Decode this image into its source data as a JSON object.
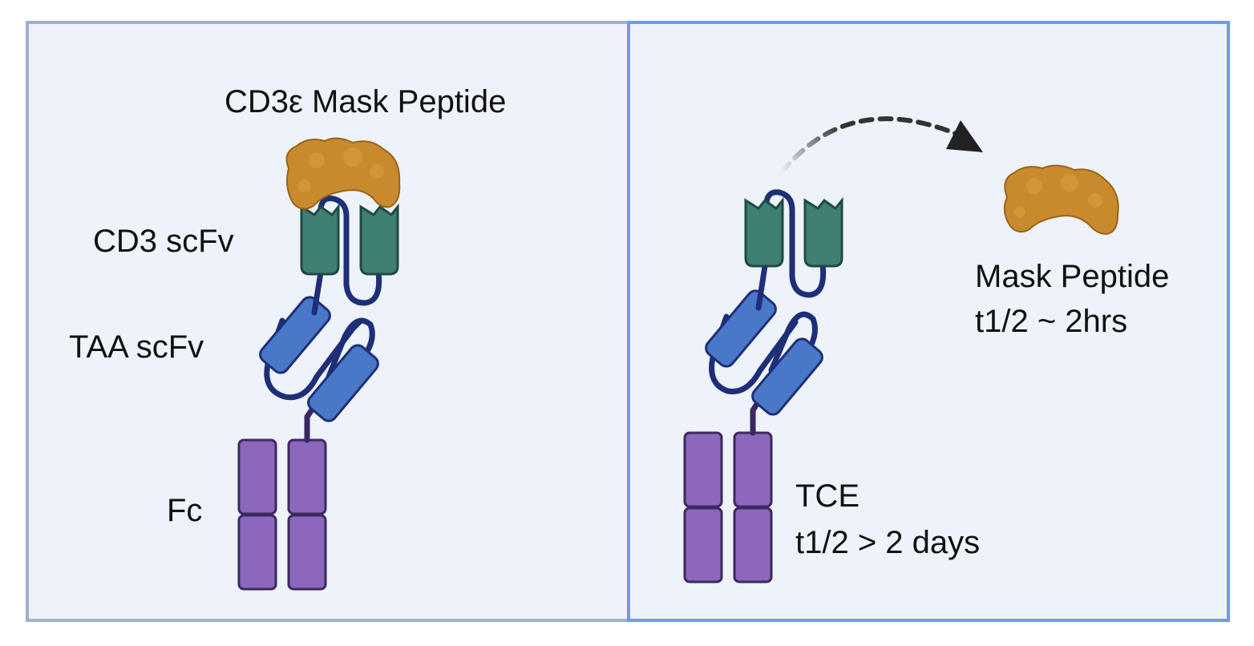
{
  "left_panel": {
    "labels": {
      "mask_peptide": "CD3ε Mask Peptide",
      "cd3_scfv": "CD3 scFv",
      "taa_scfv": "TAA scFv",
      "fc": "Fc"
    }
  },
  "right_panel": {
    "labels": {
      "mask_peptide_line1": "Mask Peptide",
      "mask_peptide_line2": "t1/2 ~ 2hrs",
      "tce_line1": "TCE",
      "tce_line2": "t1/2 > 2 days"
    }
  },
  "colors": {
    "panel_fill": "#eef2f9",
    "left_border": "#9eb0d6",
    "right_border": "#6f9ae6",
    "cd3_green": "#3f7f74",
    "taa_blue": "#4a78c8",
    "fc_purple": "#8c67bd",
    "linker_navy": "#1e2f78",
    "mask_orange": "#c98a2e"
  }
}
